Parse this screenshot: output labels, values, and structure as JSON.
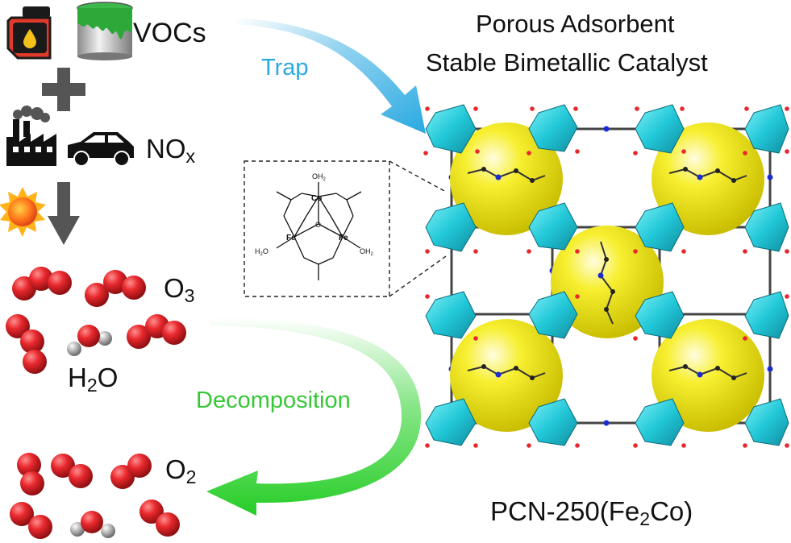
{
  "titles": {
    "line1": "Porous Adsorbent",
    "line2": "Stable Bimetallic Catalyst"
  },
  "labels": {
    "vocs": "VOCs",
    "nox_main": "NO",
    "nox_sub": "x",
    "o3_main": "O",
    "o3_sub": "3",
    "h2o_h": "H",
    "h2o_sub": "2",
    "h2o_o": "O",
    "o2_main": "O",
    "o2_sub": "2",
    "trap": "Trap",
    "decomposition": "Decomposition",
    "pcn_pre": "PCN-250(Fe",
    "pcn_sub": "2",
    "pcn_post": "Co)"
  },
  "structure_labels": {
    "oh2_top": "OH",
    "oh2_top_sub": "2",
    "co": "Co",
    "fe_left": "Fe",
    "fe_right": "Fe",
    "h2o_left": "H",
    "h2o_left_sub": "2",
    "h2o_left_o": "O",
    "oh2_right": "OH",
    "oh2_right_sub": "2",
    "oxygen": "O"
  },
  "colors": {
    "trap_arrow": "#29a9e1",
    "decomposition_arrow": "#37d537",
    "oxygen_atom": "#e8282d",
    "hydrogen_atom": "#b0b0b0",
    "pore_sphere": "#f5ef1e",
    "cluster": "#2ad0e0",
    "nitrogen_atom": "#1a2bd0",
    "carbon_atom": "#333333"
  },
  "icons": [
    "fuel-can-icon",
    "paint-bucket-icon",
    "plus-icon",
    "factory-icon",
    "car-icon",
    "sun-icon",
    "down-arrow-icon"
  ]
}
